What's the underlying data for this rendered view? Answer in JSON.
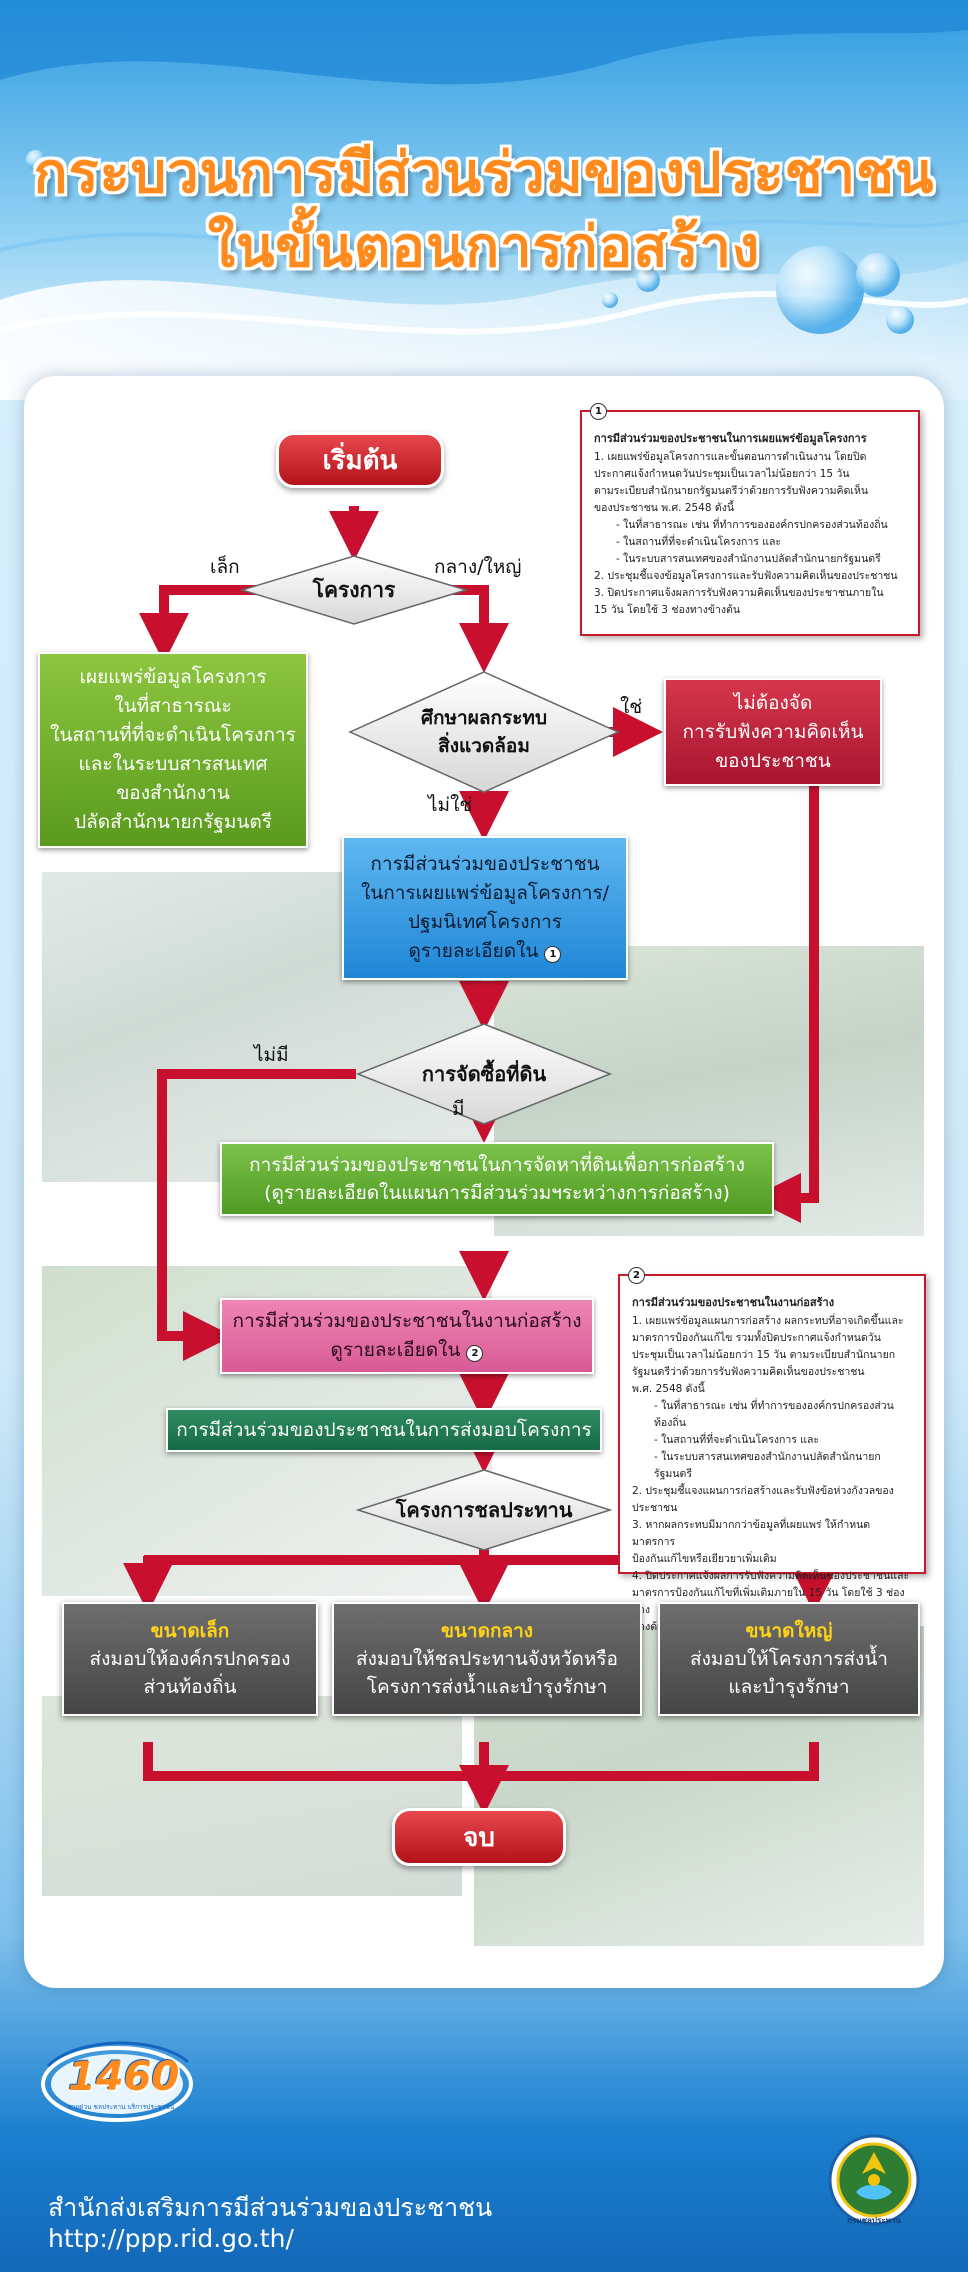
{
  "title": {
    "line1": "กระบวนการมีส่วนร่วมของประชาชน",
    "line2": "ในขั้นตอนการก่อสร้าง"
  },
  "flow": {
    "start": "เริ่มต้น",
    "d_project": "โครงการ",
    "small_label": "เล็ก",
    "medium_large_label": "กลาง/ใหญ่",
    "green_box": [
      "เผยแพร่ข้อมูลโครงการ",
      "ในที่สาธารณะ",
      "ในสถานที่ที่จะดำเนินโครงการ",
      "และในระบบสารสนเทศ",
      "ของสำนักงาน",
      "ปลัดสำนักนายกรัฐมนตรี"
    ],
    "d_eia": [
      "ศึกษาผลกระทบ",
      "สิ่งแวดล้อม"
    ],
    "yes_label": "ใช่",
    "no_label": "ไม่ใช่",
    "red_box": [
      "ไม่ต้องจัด",
      "การรับฟังความคิดเห็น",
      "ของประชาชน"
    ],
    "blue_box": [
      "การมีส่วนร่วมของประชาชน",
      "ในการเผยแพร่ข้อมูลโครงการ/",
      "ปฐมนิเทศโครงการ",
      "ดูรายละเอียดใน"
    ],
    "blue_ref": "1",
    "d_land": "การจัดซื้อที่ดิน",
    "none_label": "ไม่มี",
    "has_label": "มี",
    "land_box": [
      "การมีส่วนร่วมของประชาชนในการจัดหาที่ดินเพื่อการก่อสร้าง",
      "(ดูรายละเอียดในแผนการมีส่วนร่วมฯระหว่างการก่อสร้าง)"
    ],
    "construction_box": [
      "การมีส่วนร่วมของประชาชนในงานก่อสร้าง",
      "ดูรายละเอียดใน"
    ],
    "construction_ref": "2",
    "handover_box": "การมีส่วนร่วมของประชาชนในการส่งมอบโครงการ",
    "d_irrigation": "โครงการชลประทาน",
    "small_box": {
      "size": "ขนาดเล็ก",
      "line1": "ส่งมอบให้องค์กรปกครอง",
      "line2": "ส่วนท้องถิ่น"
    },
    "medium_box": {
      "size": "ขนาดกลาง",
      "line1": "ส่งมอบให้ชลประทานจังหวัดหรือ",
      "line2": "โครงการส่งน้ำและบำรุงรักษา"
    },
    "large_box": {
      "size": "ขนาดใหญ่",
      "line1": "ส่งมอบให้โครงการส่งน้ำ",
      "line2": "และบำรุงรักษา"
    },
    "end": "จบ"
  },
  "note1": {
    "num": "1",
    "title": "การมีส่วนร่วมของประชาชนในการเผยแพร่ข้อมูลโครงการ",
    "lines": [
      {
        "t": "1. เผยแพร่ข้อมูลโครงการและขั้นตอนการดำเนินงาน โดยปิด",
        "sub": false
      },
      {
        "t": "ประกาศแจ้งกำหนดวันประชุมเป็นเวลาไม่น้อยกว่า 15 วัน",
        "sub": false
      },
      {
        "t": "ตามระเบียบสำนักนายกรัฐมนตรีว่าด้วยการรับฟังความคิดเห็น",
        "sub": false
      },
      {
        "t": "ของประชาชน พ.ศ. 2548  ดังนี้",
        "sub": false
      },
      {
        "t": "- ในที่สาธารณะ เช่น ที่ทำการขององค์กรปกครองส่วนท้องถิ่น",
        "sub": true
      },
      {
        "t": "- ในสถานที่ที่จะดำเนินโครงการ และ",
        "sub": true
      },
      {
        "t": "- ในระบบสารสนเทศของสำนักงานปลัดสำนักนายกรัฐมนตรี",
        "sub": true
      },
      {
        "t": "2. ประชุมชี้แจงข้อมูลโครงการและรับฟังความคิดเห็นของประชาชน",
        "sub": false
      },
      {
        "t": "3. ปิดประกาศแจ้งผลการรับฟังความคิดเห็นของประชาชนภายใน",
        "sub": false
      },
      {
        "t": "15 วัน โดยใช้ 3 ช่องทางข้างต้น",
        "sub": false
      }
    ]
  },
  "note2": {
    "num": "2",
    "title": "การมีส่วนร่วมของประชาชนในงานก่อสร้าง",
    "lines": [
      {
        "t": "1. เผยแพร่ข้อมูลแผนการก่อสร้าง ผลกระทบที่อาจเกิดขึ้นและ",
        "sub": false
      },
      {
        "t": "มาตรการป้องกันแก้ไข รวมทั้งปิดประกาศแจ้งกำหนดวัน",
        "sub": false
      },
      {
        "t": "ประชุมเป็นเวลาไม่น้อยกว่า 15 วัน ตามระเบียบสำนักนายก",
        "sub": false
      },
      {
        "t": "รัฐมนตรีว่าด้วยการรับฟังความคิดเห็นของประชาชน",
        "sub": false
      },
      {
        "t": "พ.ศ. 2548  ดังนี้",
        "sub": false
      },
      {
        "t": "- ในที่สาธารณะ เช่น ที่ทำการขององค์กรปกครองส่วนท้องถิ่น",
        "sub": true
      },
      {
        "t": "- ในสถานที่ที่จะดำเนินโครงการ และ",
        "sub": true
      },
      {
        "t": "- ในระบบสารสนเทศของสำนักงานปลัดสำนักนายกรัฐมนตรี",
        "sub": true
      },
      {
        "t": "2. ประชุมชี้แจงแผนการก่อสร้างและรับฟังข้อห่วงกังวลของประชาชน",
        "sub": false
      },
      {
        "t": "3. หากผลกระทบมีมากกว่าข้อมูลที่เผยแพร่ ให้กำหนดมาตรการ",
        "sub": false
      },
      {
        "t": "ป้องกันแก้ไขหรือเยียวยาเพิ่มเติม",
        "sub": false
      },
      {
        "t": "4. ปิดประกาศแจ้งผลการรับฟังความคิดเห็นของประชาชนและ",
        "sub": false
      },
      {
        "t": "มาตรการป้องกันแก้ไขที่เพิ่มเติมภายใน 15 วัน โดยใช้ 3 ช่องทาง",
        "sub": false
      },
      {
        "t": "ข้างต้น",
        "sub": false
      }
    ]
  },
  "hotline": {
    "number": "1460",
    "caption": "สายด่วน ชลประทาน บริการประชาชน"
  },
  "footer": {
    "org": "สำนักส่งเสริมการมีส่วนร่วมของประชาชน",
    "url": "http://ppp.rid.go.th/"
  },
  "seal": {
    "caption": "กรมชลประทาน"
  },
  "colors": {
    "arrow": "#c8102e",
    "title": "#ff8a1e"
  }
}
